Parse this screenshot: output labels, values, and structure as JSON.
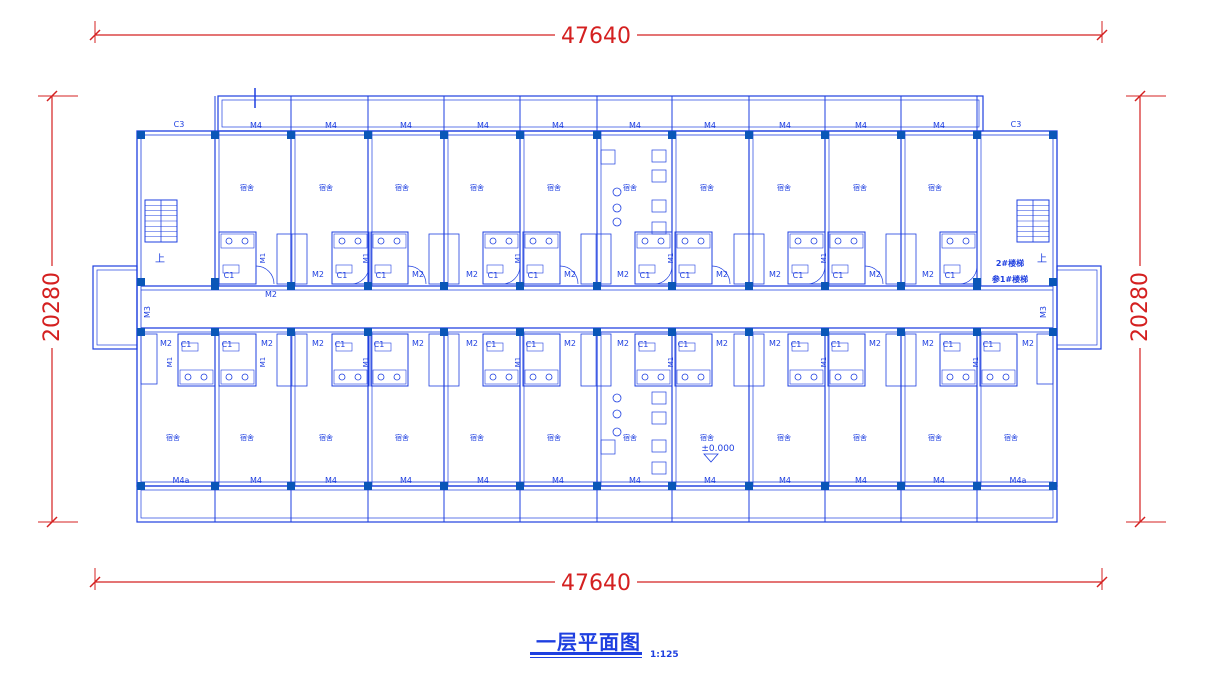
{
  "drawing": {
    "title": "一层平面图",
    "scale": "1:125",
    "dim_width": "47640",
    "dim_height": "20280",
    "elevation": "±0.000",
    "stair_up": "上",
    "stair_note_lines": [
      "2#楼梯",
      "参1#楼梯"
    ],
    "room_label": "宿舍",
    "labels": {
      "c1": "C1",
      "c3": "C3",
      "m1": "M1",
      "m2": "M2",
      "m3": "M3",
      "m4": "M4",
      "m4a": "M4a"
    }
  },
  "colors": {
    "wall": "#1e3fe0",
    "column": "#0a56b8",
    "dimension": "#d42020",
    "text": "#1e3fe0"
  }
}
